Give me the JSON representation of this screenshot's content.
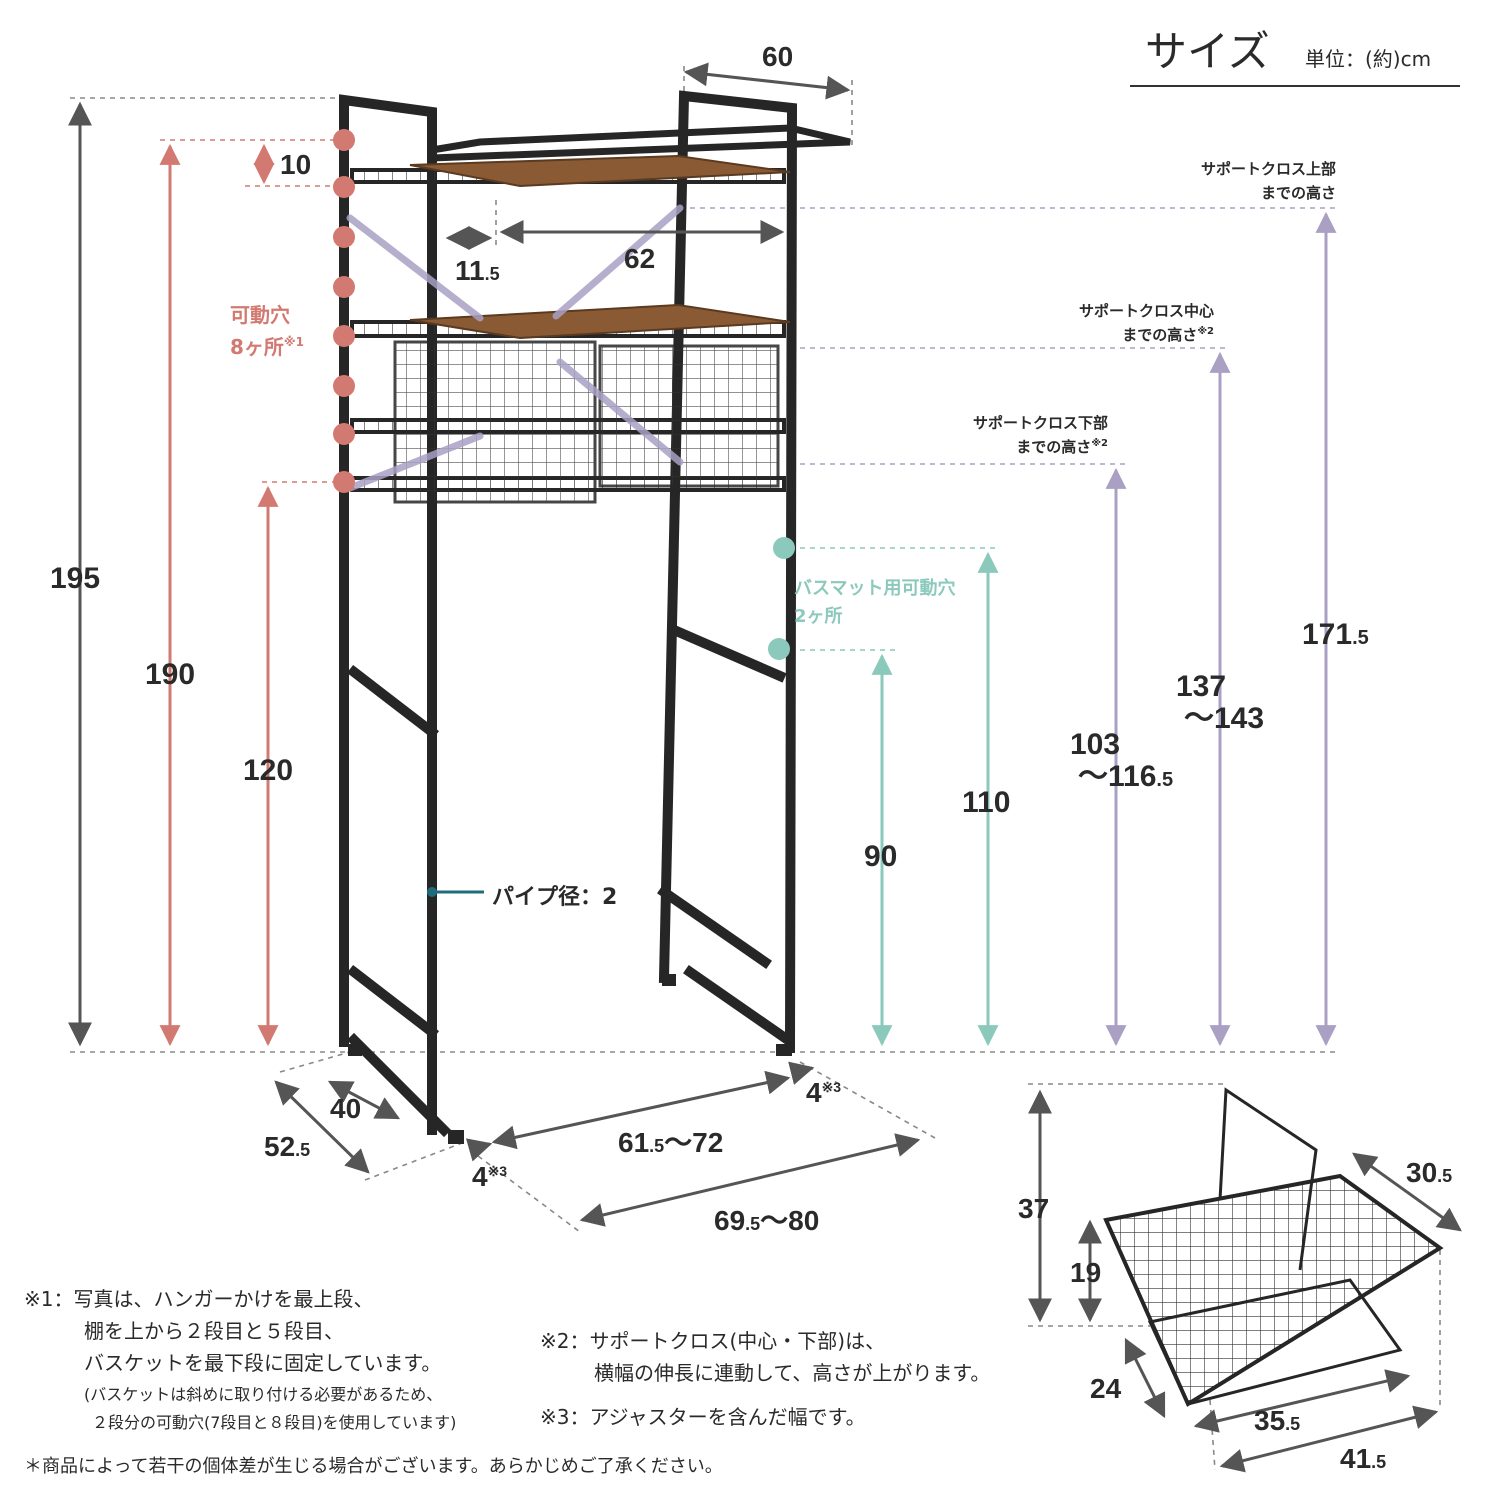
{
  "header": {
    "title": "サイズ",
    "unit": "単位：(約)cm"
  },
  "colors": {
    "frame": "#262626",
    "wood": "#8a5a34",
    "red": "#d27a72",
    "teal": "#8cc9bd",
    "purple": "#a9a0c4",
    "dark_arrow": "#555555",
    "pipe_marker": "#1f6b7c"
  },
  "dims": {
    "top_width": "60",
    "height_total": "195",
    "height_190": "190",
    "height_120": "120",
    "gap_10": "10",
    "hanger_offset": "11",
    "hanger_offset_dec": ".5",
    "shelf_width": "62",
    "bath_110": "110",
    "bath_90": "90",
    "cross_low_a": "103",
    "cross_low_b": "～116",
    "cross_low_b_dec": ".5",
    "cross_mid_a": "137",
    "cross_mid_b": "～143",
    "cross_top": "171",
    "cross_top_dec": ".5",
    "depth_40": "40",
    "depth_52": "52",
    "depth_52_dec": ".5",
    "adjuster_right": "4",
    "adjuster_left": "4",
    "note3_mark": "※3",
    "inner_width_a": "61",
    "inner_width_dec": ".5",
    "inner_width_b": "～72",
    "outer_width_a": "69",
    "outer_width_dec": ".5",
    "outer_width_b": "～80"
  },
  "labels": {
    "movable_holes_1": "可動穴",
    "movable_holes_2": "8ヶ所",
    "note1_mark": "※1",
    "bathmat_holes_1": "バスマット用可動穴",
    "bathmat_holes_2": "2ヶ所",
    "pipe": "パイプ径：2",
    "cross_top_1": "サポートクロス上部",
    "cross_top_2": "までの高さ",
    "cross_mid_1": "サポートクロス中心",
    "cross_mid_2": "までの高さ",
    "cross_low_1": "サポートクロス下部",
    "cross_low_2": "までの高さ",
    "note2_mark": "※2"
  },
  "basket": {
    "height": "37",
    "inner_height": "19",
    "depth_top": "30",
    "depth_top_dec": ".5",
    "depth_bottom": "24",
    "width_bottom": "35",
    "width_bottom_dec": ".5",
    "width_top": "41",
    "width_top_dec": ".5"
  },
  "notes": {
    "n1_l1": "※1：写真は、ハンガーかけを最上段、",
    "n1_l2": "棚を上から２段目と５段目、",
    "n1_l3": "バスケットを最下段に固定しています。",
    "n1_l4": "(バスケットは斜めに取り付ける必要があるため、",
    "n1_l5": "２段分の可動穴(7段目と８段目)を使用しています)",
    "n2_l1": "※2：サポートクロス(中心・下部)は、",
    "n2_l2": "横幅の伸長に連動して、高さが上がります。",
    "n3": "※3：アジャスターを含んだ幅です。",
    "footer": "＊商品によって若干の個体差が生じる場合がございます。あらかじめご了承ください。"
  }
}
